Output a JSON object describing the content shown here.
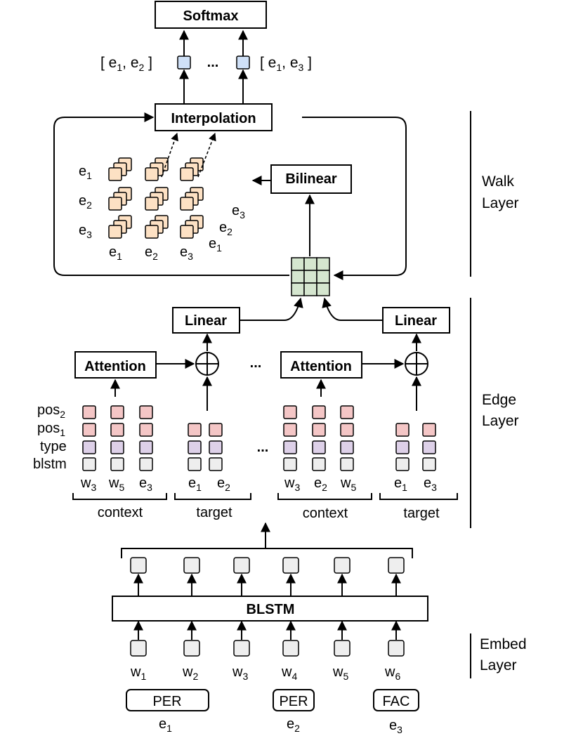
{
  "colors": {
    "pos": "#f4c6c6",
    "type": "#ddd0e8",
    "blstm": "#eeeeee",
    "entity_pair": "#cfe0f7",
    "walk_cell": "#fde1c4",
    "matrix_cell": "#d5e6cf",
    "stroke": "#000000"
  },
  "layers": {
    "walk": [
      "Walk",
      "Layer"
    ],
    "edge": [
      "Edge",
      "Layer"
    ],
    "embed": [
      "Embed",
      "Layer"
    ]
  },
  "softmax": "Softmax",
  "interpolation": "Interpolation",
  "bilinear": "Bilinear",
  "blstm": "BLSTM",
  "outputs": {
    "left": {
      "open": "[ e",
      "a": "1",
      "sep": ", e",
      "b": "2",
      "close": " ]"
    },
    "ellipsis": "...",
    "right": {
      "open": "[ e",
      "a": "1",
      "sep": ", e",
      "b": "3",
      "close": " ]"
    }
  },
  "walk_rows": [
    {
      "base": "e",
      "sub": "1"
    },
    {
      "base": "e",
      "sub": "2"
    },
    {
      "base": "e",
      "sub": "3"
    }
  ],
  "walk_cols": [
    {
      "base": "e",
      "sub": "1"
    },
    {
      "base": "e",
      "sub": "2"
    },
    {
      "base": "e",
      "sub": "3"
    }
  ],
  "walk_depth": [
    {
      "base": "e",
      "sub": "1"
    },
    {
      "base": "e",
      "sub": "2"
    },
    {
      "base": "e",
      "sub": "3"
    }
  ],
  "linear": "Linear",
  "attention": "Attention",
  "edge_ellipsis": "...",
  "row_labels": [
    {
      "base": "pos",
      "sub": "2"
    },
    {
      "base": "pos",
      "sub": "1"
    },
    {
      "base": "type",
      "sub": ""
    },
    {
      "base": "blstm",
      "sub": ""
    }
  ],
  "group1_context": [
    {
      "base": "w",
      "sub": "3"
    },
    {
      "base": "w",
      "sub": "5"
    },
    {
      "base": "e",
      "sub": "3"
    }
  ],
  "group1_target": [
    {
      "base": "e",
      "sub": "1"
    },
    {
      "base": "e",
      "sub": "2"
    }
  ],
  "group2_context": [
    {
      "base": "w",
      "sub": "3"
    },
    {
      "base": "e",
      "sub": "2"
    },
    {
      "base": "w",
      "sub": "5"
    }
  ],
  "group2_target": [
    {
      "base": "e",
      "sub": "1"
    },
    {
      "base": "e",
      "sub": "3"
    }
  ],
  "brace_labels": [
    "context",
    "target",
    "context",
    "target"
  ],
  "words": [
    {
      "base": "w",
      "sub": "1"
    },
    {
      "base": "w",
      "sub": "2"
    },
    {
      "base": "w",
      "sub": "3"
    },
    {
      "base": "w",
      "sub": "4"
    },
    {
      "base": "w",
      "sub": "5"
    },
    {
      "base": "w",
      "sub": "6"
    }
  ],
  "entities": [
    {
      "type": "PER",
      "base": "e",
      "sub": "1"
    },
    {
      "type": "PER",
      "base": "e",
      "sub": "2"
    },
    {
      "type": "FAC",
      "base": "e",
      "sub": "3"
    }
  ]
}
